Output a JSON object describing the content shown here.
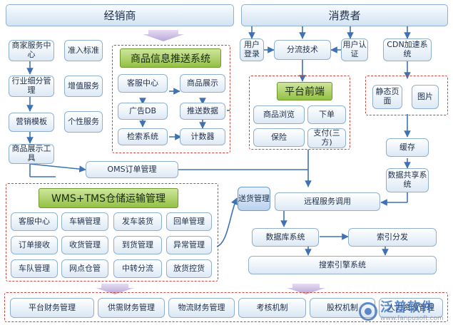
{
  "headers": {
    "distributor": "经销商",
    "consumer": "消费者"
  },
  "distributor_services": {
    "merchant_service_center": "商家服务中心",
    "industry_segment_mgmt": "行业细分管理",
    "marketing_template": "营销模板",
    "product_display_tool": "商品展示工具",
    "admission_standard": "准入标准",
    "value_added_service": "增值服务",
    "personalized_service": "个性服务"
  },
  "push_system": {
    "title": "商品信息推送系统",
    "customer_center": "客服中心",
    "product_display": "商品展示",
    "ad_db": "广告DB",
    "push_data": "推送数据",
    "retrieval_system": "检索系统",
    "counter": "计数器"
  },
  "oms": "OMS订单管理",
  "wms": {
    "title": "WMS+TMS仓储运输管理",
    "items": [
      [
        "客服中心",
        "车辆管理",
        "发车装货",
        "回单管理"
      ],
      [
        "订单接收",
        "收货管理",
        "到货管理",
        "异常管理"
      ],
      [
        "车队管理",
        "网点仓管",
        "中转分流",
        "放货控货"
      ]
    ]
  },
  "delivery_mgmt": "送货管理",
  "consumer_side": {
    "user_login": "用户登录",
    "distribution_tech": "分流技术",
    "user_auth": "用户认证",
    "cdn": "CDN加速系统"
  },
  "platform_front": {
    "title": "平台前端",
    "product_browse": "商品浏览",
    "order": "下单",
    "insurance": "保险",
    "payment": "支付(三方)"
  },
  "cdn_box": {
    "static_page": "静态页面",
    "image": "图片"
  },
  "cache": "缓存",
  "data_sharing": "数据共享系统",
  "remote_call": "远程服务调用",
  "database_system": "数据库系统",
  "index_dist": "索引分发",
  "search_engine": "搜索引擎系统",
  "bottom_bar": [
    "平台财务管理",
    "供需财务管理",
    "物流财务管理",
    "考核机制",
    "股权机制",
    "人力资源管理"
  ],
  "watermark": {
    "cn": "泛普软件",
    "en": "www.fanpusoft.com"
  },
  "colors": {
    "node_border": "#8fb0cf",
    "connector": "#3e72b4",
    "green_header": "#93c143",
    "dashed_frame": "#c9473f"
  }
}
